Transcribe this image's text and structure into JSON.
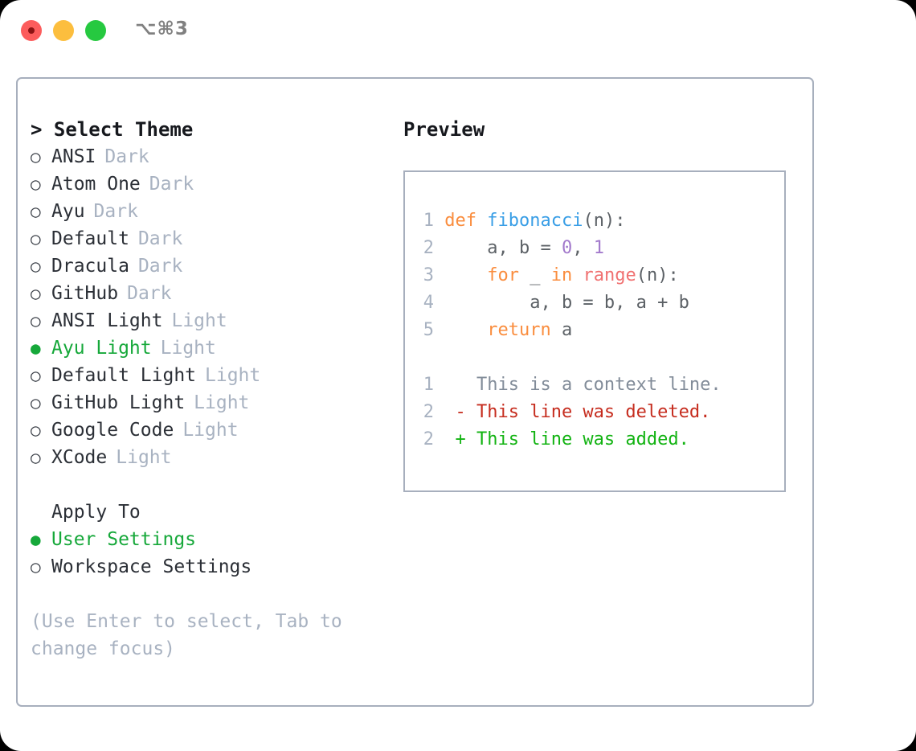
{
  "window": {
    "shortcut_label": "⌥⌘3",
    "traffic_lights": [
      {
        "name": "close",
        "color": "#fc5c5c"
      },
      {
        "name": "minimize",
        "color": "#fcbe3e"
      },
      {
        "name": "maximize",
        "color": "#26c940"
      }
    ]
  },
  "theme_picker": {
    "title": "> Select Theme",
    "items": [
      {
        "bullet": "○",
        "label": "ANSI",
        "tag": "Dark",
        "selected": false
      },
      {
        "bullet": "○",
        "label": "Atom One",
        "tag": "Dark",
        "selected": false
      },
      {
        "bullet": "○",
        "label": "Ayu",
        "tag": "Dark",
        "selected": false
      },
      {
        "bullet": "○",
        "label": "Default",
        "tag": "Dark",
        "selected": false
      },
      {
        "bullet": "○",
        "label": "Dracula",
        "tag": "Dark",
        "selected": false
      },
      {
        "bullet": "○",
        "label": "GitHub",
        "tag": "Dark",
        "selected": false
      },
      {
        "bullet": "○",
        "label": "ANSI Light",
        "tag": "Light",
        "selected": false
      },
      {
        "bullet": "●",
        "label": "Ayu Light",
        "tag": "Light",
        "selected": true
      },
      {
        "bullet": "○",
        "label": "Default Light",
        "tag": "Light",
        "selected": false
      },
      {
        "bullet": "○",
        "label": "GitHub Light",
        "tag": "Light",
        "selected": false
      },
      {
        "bullet": "○",
        "label": "Google Code",
        "tag": "Light",
        "selected": false
      },
      {
        "bullet": "○",
        "label": "XCode",
        "tag": "Light",
        "selected": false
      }
    ]
  },
  "apply_to": {
    "header": "Apply To",
    "items": [
      {
        "bullet": "●",
        "label": "User Settings",
        "selected": true
      },
      {
        "bullet": "○",
        "label": "Workspace Settings",
        "selected": false
      }
    ]
  },
  "hint": "(Use Enter to select, Tab to change focus)",
  "preview": {
    "title": "Preview",
    "code_lines": [
      {
        "number": "1",
        "tokens": [
          {
            "t": " ",
            "c": "pln"
          },
          {
            "t": "def",
            "c": "kw"
          },
          {
            "t": " ",
            "c": "pln"
          },
          {
            "t": "fibonacci",
            "c": "fn"
          },
          {
            "t": "(n):",
            "c": "pln"
          }
        ]
      },
      {
        "number": "2",
        "tokens": [
          {
            "t": "     a, b = ",
            "c": "pln"
          },
          {
            "t": "0",
            "c": "num"
          },
          {
            "t": ", ",
            "c": "pln"
          },
          {
            "t": "1",
            "c": "num"
          }
        ]
      },
      {
        "number": "3",
        "tokens": [
          {
            "t": "     ",
            "c": "pln"
          },
          {
            "t": "for",
            "c": "kw"
          },
          {
            "t": " _ ",
            "c": "pln"
          },
          {
            "t": "in",
            "c": "kw"
          },
          {
            "t": " ",
            "c": "pln"
          },
          {
            "t": "range",
            "c": "call"
          },
          {
            "t": "(n):",
            "c": "pln"
          }
        ]
      },
      {
        "number": "4",
        "tokens": [
          {
            "t": "         a, b = b, a + b",
            "c": "pln"
          }
        ]
      },
      {
        "number": "5",
        "tokens": [
          {
            "t": "     ",
            "c": "pln"
          },
          {
            "t": "return",
            "c": "kw"
          },
          {
            "t": " a",
            "c": "pln"
          }
        ]
      }
    ],
    "diff_lines": [
      {
        "number": "1",
        "marker": " ",
        "text": "  This is a context line.",
        "kind": "ctx"
      },
      {
        "number": "2",
        "marker": " ",
        "text": "- This line was deleted.",
        "kind": "del"
      },
      {
        "number": "2",
        "marker": " ",
        "text": "+ This line was added.",
        "kind": "add"
      }
    ]
  },
  "colors": {
    "accent_green": "#16a83a",
    "muted": "#a8b2c1",
    "border": "#a7afbd",
    "keyword": "#fa8d3e",
    "function": "#399ee6",
    "number": "#a37acc",
    "call": "#f07171",
    "diff_delete": "#c62d1f",
    "diff_add": "#12b312"
  }
}
